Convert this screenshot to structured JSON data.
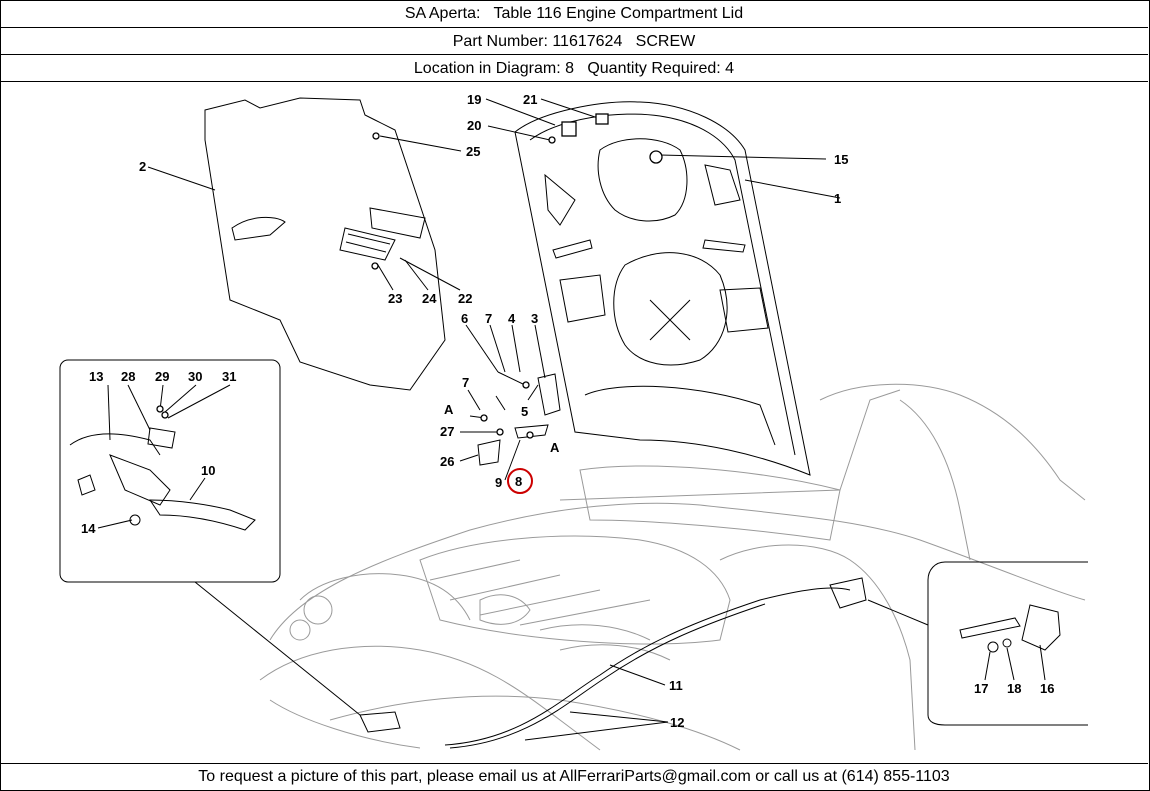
{
  "header": {
    "line1": "SA Aperta:   Table 116 Engine Compartment Lid",
    "line2": "Part Number: 11617624   SCREW",
    "line3": "Location in Diagram: 8   Quantity Required: 4"
  },
  "diagram": {
    "callouts": [
      "1",
      "2",
      "3",
      "4",
      "5",
      "6",
      "7",
      "7",
      "8",
      "9",
      "10",
      "11",
      "12",
      "13",
      "14",
      "15",
      "16",
      "17",
      "18",
      "19",
      "20",
      "21",
      "22",
      "23",
      "24",
      "25",
      "26",
      "27",
      "28",
      "29",
      "30",
      "31",
      "A",
      "A"
    ],
    "highlight": "8",
    "highlight_color": "#cc0000"
  },
  "footer": {
    "text": "To request a picture of this part, please email us at AllFerrariParts@gmail.com or call us at (614) 855-1103"
  }
}
